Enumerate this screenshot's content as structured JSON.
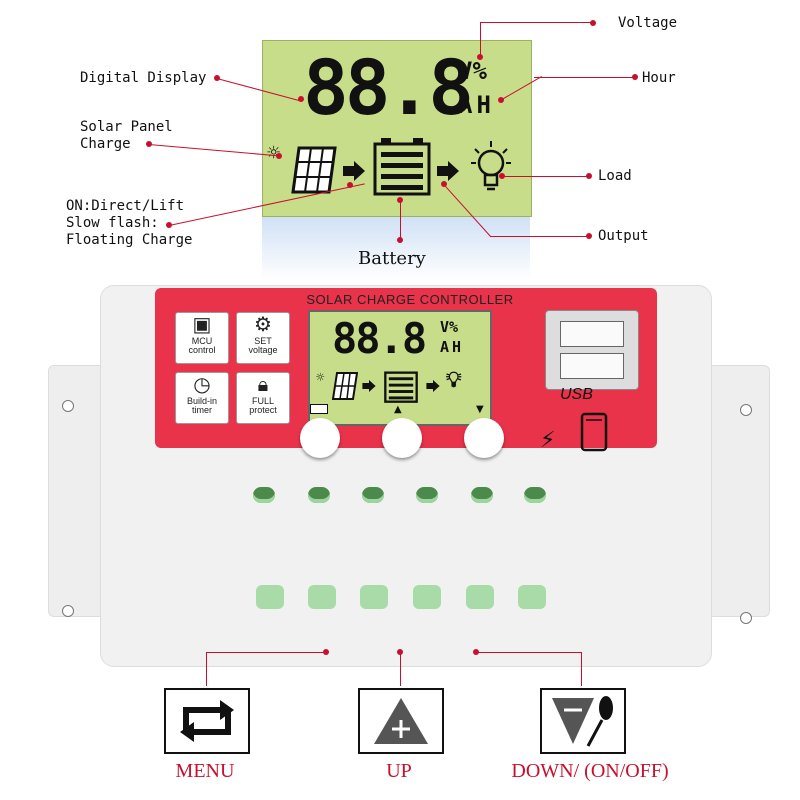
{
  "callouts": {
    "voltage": "Voltage",
    "digital_display": "Digital Display",
    "hour": "Hour",
    "solar_panel_charge": "Solar Panel\nCharge",
    "load": "Load",
    "on_direct": "ON:Direct/Lift\nSlow flash:\nFloating Charge",
    "output": "Output",
    "battery": "Battery"
  },
  "lcd": {
    "digits": "88.8",
    "unit_top": "V%",
    "unit_bottom": "AH"
  },
  "controller": {
    "title": "SOLAR CHARGE CONTROLLER",
    "features": [
      {
        "line1": "MCU",
        "line2": "control"
      },
      {
        "line1": "SET",
        "line2": "voltage"
      },
      {
        "line1": "Build-in",
        "line2": "timer"
      },
      {
        "line1": "FULL",
        "line2": "protect"
      }
    ],
    "usb_label": "USB"
  },
  "keys": {
    "menu": "MENU",
    "up": "UP",
    "down": "DOWN/ (ON/OFF)"
  },
  "colors": {
    "accent": "#c8102e",
    "lcd": "#c8dd8a",
    "face": "#e8334a"
  }
}
